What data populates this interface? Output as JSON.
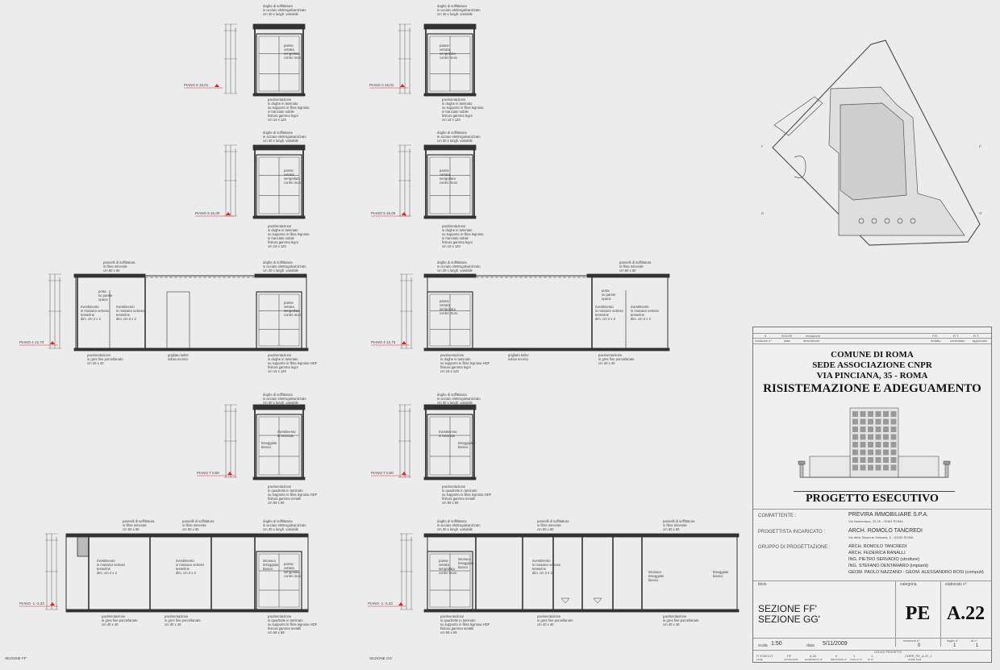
{
  "sections": {
    "ff_label": "SEZIONE FF'",
    "gg_label": "SEZIONE GG'"
  },
  "levels": {
    "p6": "PIANO 6 15,01",
    "p5": "PIANO 5 15,00",
    "p4": "PIANO 4 12,73",
    "pt": "PIANO T 0,00",
    "pm1": "PIANO -1 -3,33"
  },
  "notes": {
    "ceiling_steel": [
      "doghe di soffittatura",
      "in acciaio elettrogalvanizzato",
      "cm 30 x lungh. variabile"
    ],
    "glass_wall": [
      "parete",
      "vetrata",
      "serigrafata",
      "contro muro"
    ],
    "floor_laminate": [
      "pavimentazione",
      "in doghe in laminato",
      "su supporto in fibra legnosa",
      "in tranciato nobile",
      "finitura gamma legni",
      "cm 19 x 120"
    ],
    "floor_laminate_hdf": [
      "pavimentazione",
      "in doghe in laminato",
      "su supporto in fibra legnosa HDF",
      "finitura gamma legni",
      "cm 19 x 120"
    ],
    "ceiling_mineral": [
      "pannelli di soffittatura",
      "in fibra minerale",
      "cm 60 x 60"
    ],
    "door": [
      "porta",
      "su parete",
      "opaca"
    ],
    "mosaic": [
      "rivestimento",
      "in mosaico vetroso",
      "tesserine",
      "dim. cm 2 x 2"
    ],
    "floor_porcelain": [
      "pavimentazione",
      "in gres fine porcellanato",
      "cm 40 x 40"
    ],
    "grating": [
      "grigliato keller",
      "solaio tecnico"
    ],
    "laminate_cladding": [
      "rivestimento",
      "in laminato"
    ],
    "white_paint": [
      "tinteggiato",
      "bianco"
    ],
    "floor_squares": [
      "pavimentazione",
      "in quadrotte in laminato",
      "su supporto in fibra legnosa HDF",
      "finitura gamma metalli",
      "cm 59 x 59"
    ],
    "plaster": [
      "intonaco",
      "tinteggiato",
      "bianco"
    ]
  },
  "revision": {
    "row": [
      "0",
      "5/11/09",
      "emissione",
      "F.R.",
      "R.T.",
      "R.T."
    ],
    "headers": [
      "revisione n°",
      "data",
      "descrizione",
      "redatto",
      "controllato",
      "approvato"
    ]
  },
  "title": {
    "line1": "COMUNE DI ROMA",
    "line2": "SEDE ASSOCIAZIONE CNPR",
    "line3": "VIA PINCIANA, 35 - ROMA",
    "line4": "RISISTEMAZIONE E ADEGUAMENTO",
    "phase": "PROGETTO ESECUTIVO"
  },
  "credits": {
    "committente_label": "COMMITTENTE :",
    "committente": "PREVIRA IMMOBILIARE S.P.A.",
    "committente_addr": "Via Nomentana, 22-26 - 00161 ROMA",
    "progettista_label": "PROGETTISTA INCARICATO :",
    "progettista": "ARCH. ROMOLO TANCREDI",
    "progettista_addr": "Via della Stazione Vaticana, 5 - 00165 ROMA",
    "gruppo_label": "GRUPPO DI PROGETTAZIONE :",
    "gruppo": [
      "ARCH. ROMOLO TANCREDI",
      "ARCH. FEDERICA RANALLI",
      "ING. PIETRO SERVADIO (strutture)",
      "ING. STEFANO DENTAMARO (impianti)",
      "GEOM. PAOLO NAZZANO - GEOM. ALESSANDRO ROSI (computi)"
    ]
  },
  "sheet": {
    "titolo_label": "titolo",
    "categoria_label": "categoria",
    "elaborato_label": "elaborato n°",
    "title1": "SEZIONE FF'",
    "title2": "SEZIONE GG'",
    "categoria": "PE",
    "elaborato": "A.22",
    "scala_label": "scala",
    "scala": "1:50",
    "data_label": "data",
    "data": "5/11/2009",
    "revisione_label": "revisione n°",
    "revisione": "0",
    "foglio_label": "foglio n°",
    "foglio": "1",
    "di_label": "di n°",
    "di": "1",
    "code_labels": [
      "P. ESECUT.",
      "PE",
      "A.22",
      "0",
      "1",
      "1",
      "CNPR_PE_A.22_1"
    ],
    "code_sub": [
      "FASE",
      "CATEGORIA",
      "ELABORATO N°",
      "REVISIONE N°",
      "FOGLIO N°",
      "DI N°",
      "NOME FILE"
    ],
    "code_header": "CODICE PROGETTO"
  },
  "plan_marks": [
    "F",
    "F'",
    "G",
    "G'"
  ]
}
